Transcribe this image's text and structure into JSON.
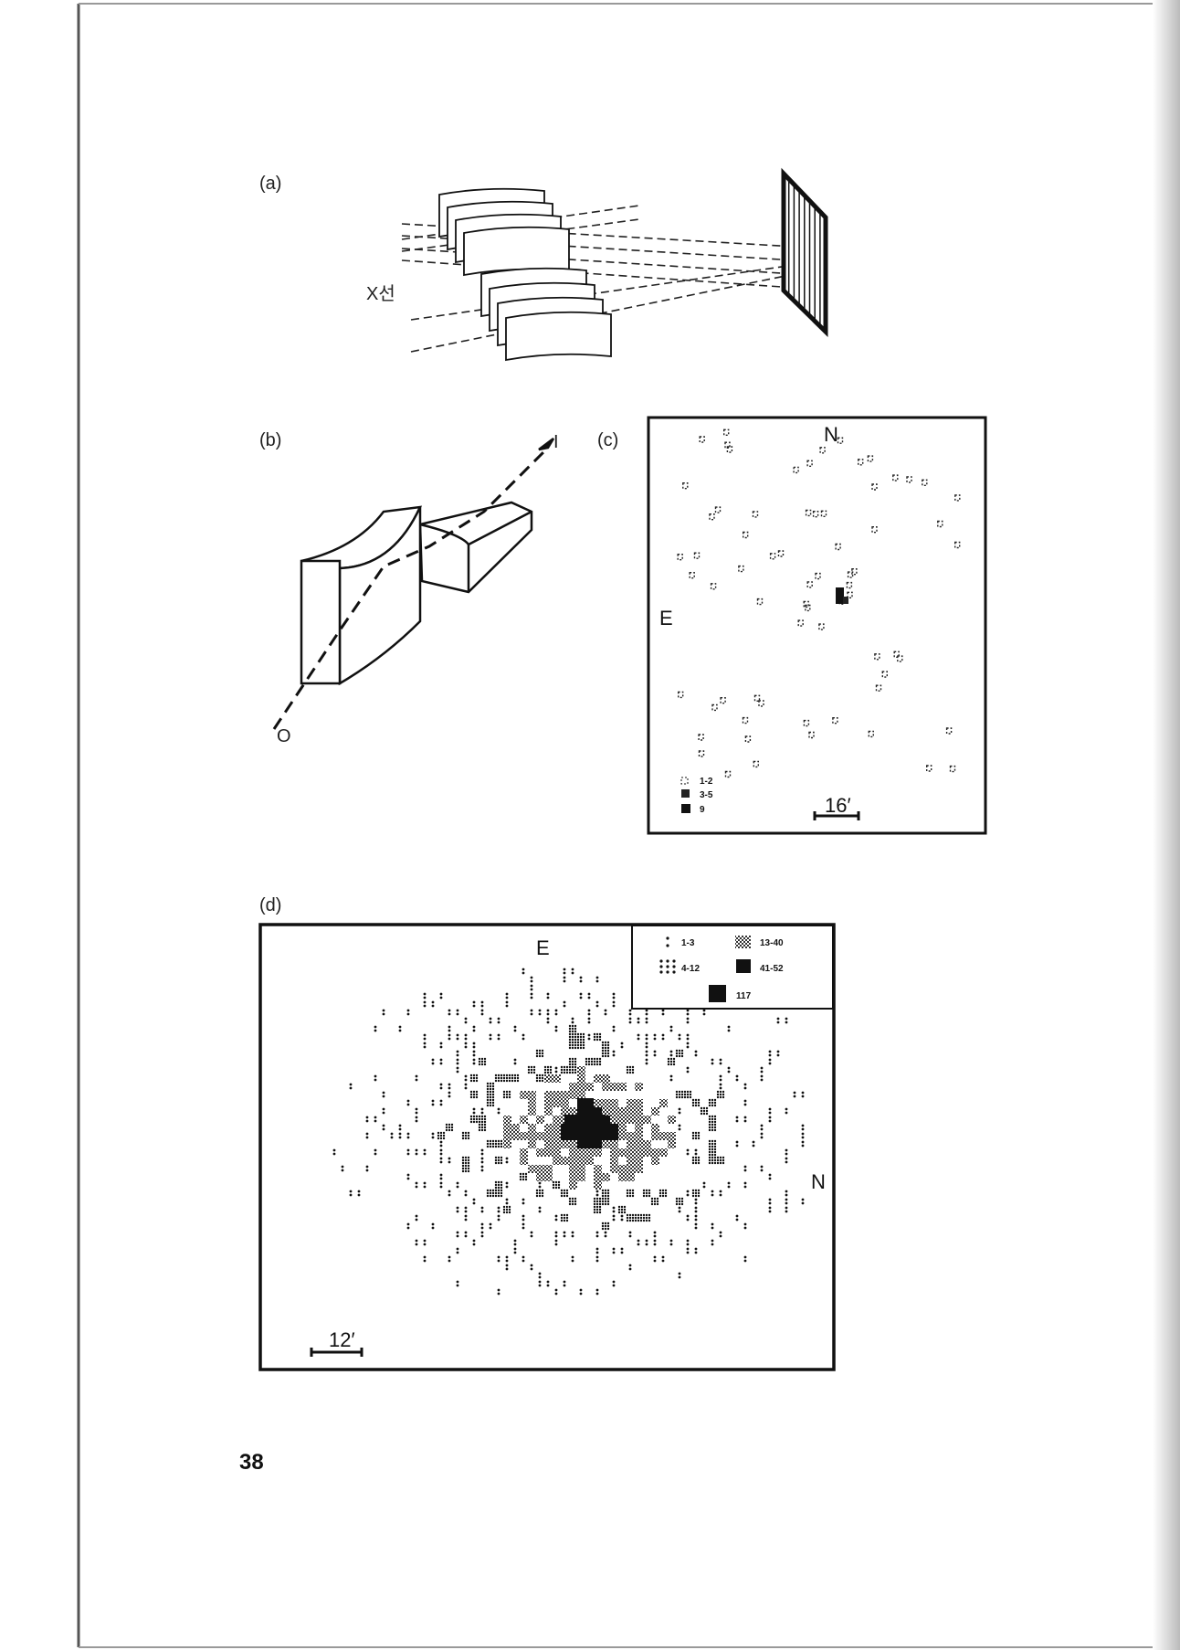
{
  "page": {
    "number": "38"
  },
  "figure_a": {
    "label": "(a)",
    "beam_label": "X선"
  },
  "figure_b": {
    "label": "(b)",
    "input_label": "I",
    "output_label": "O"
  },
  "figure_c": {
    "label": "(c)",
    "north": "N",
    "east": "E",
    "scale": "16′",
    "legend": [
      {
        "range": "1-2"
      },
      {
        "range": "3-5"
      },
      {
        "range": "9"
      }
    ]
  },
  "figure_d": {
    "label": "(d)",
    "east": "E",
    "north": "N",
    "scale": "12′",
    "legend": [
      {
        "range": "1-3"
      },
      {
        "range": "13-40"
      },
      {
        "range": "4-12"
      },
      {
        "range": "41-52"
      },
      {
        "range": "117"
      }
    ]
  }
}
